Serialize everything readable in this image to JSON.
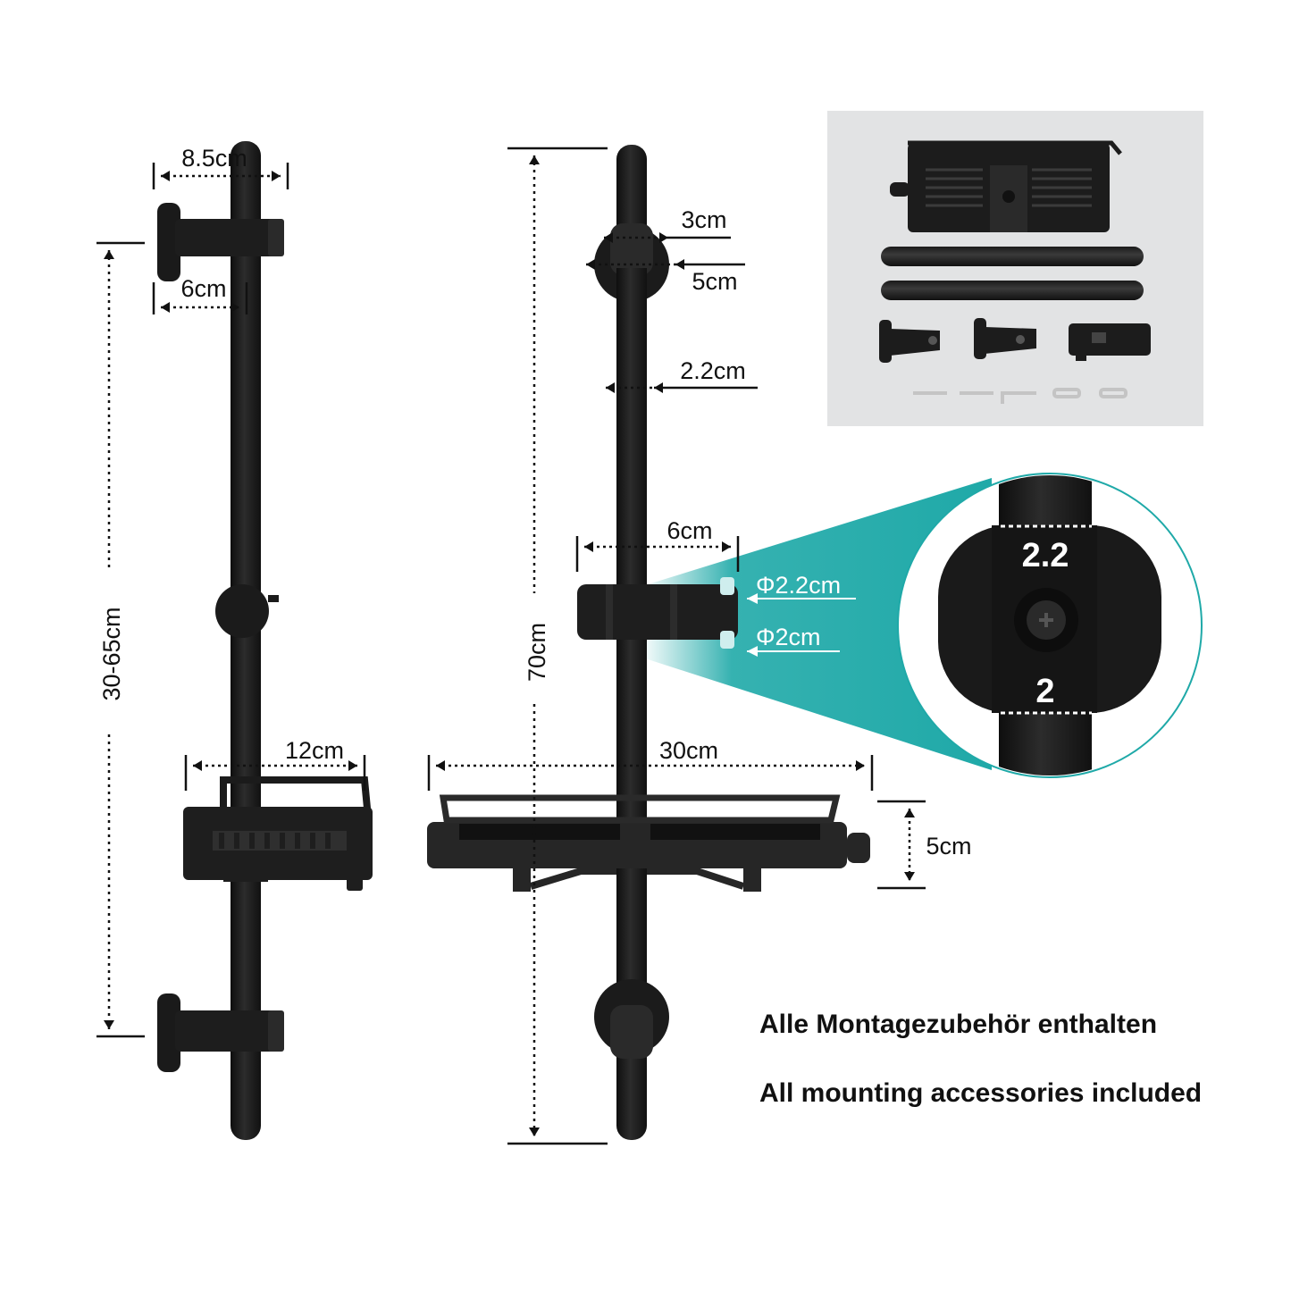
{
  "left_view": {
    "bracket_depth": "8.5cm",
    "mount_depth": "6cm",
    "mount_spacing": "30-65cm",
    "shelf_depth": "12cm"
  },
  "center_view": {
    "total_height": "70cm",
    "bracket_inner": "3cm",
    "bracket_outer": "5cm",
    "rod_diameter": "2.2cm",
    "holder_width": "6cm",
    "shelf_width": "30cm",
    "shelf_height": "5cm"
  },
  "holder_detail": {
    "top_diameter": "Φ2.2cm",
    "bottom_diameter": "Φ2cm",
    "zoom_top": "2.2",
    "zoom_bottom": "2"
  },
  "accessories": {
    "caption_de": "Alle Montagezubehör enthalten",
    "caption_en": "All mounting accessories included"
  },
  "colors": {
    "product": "#1b1b1b",
    "accent": "#1fa9a8",
    "inset_background": "#e2e3e4",
    "dimension_line": "#111111"
  }
}
